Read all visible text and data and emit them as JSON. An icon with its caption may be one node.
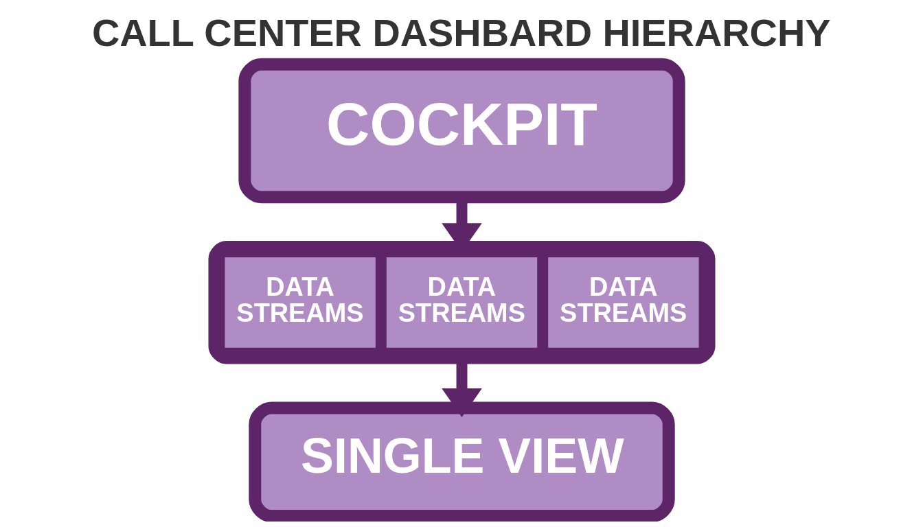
{
  "diagram": {
    "title": "CALL CENTER DASHBARD HIERARCHY",
    "nodes": [
      {
        "text": [
          "COCKPIT"
        ]
      },
      {
        "text": [],
        "shape": "box"
      },
      {
        "text": [
          "DATA STREAMS"
        ],
        "in": 1
      },
      {
        "text": [
          "DATA STREAMS"
        ],
        "in": 1
      },
      {
        "text": [
          "DATA STREAMS"
        ],
        "in": 1
      },
      {
        "text": [
          "SINGLE VIEW"
        ]
      }
    ],
    "edges": [
      {
        "from": 0,
        "to": 1,
        "arrow": "to"
      },
      {
        "from": 1,
        "to": 5,
        "arrow": "to"
      }
    ]
  }
}
